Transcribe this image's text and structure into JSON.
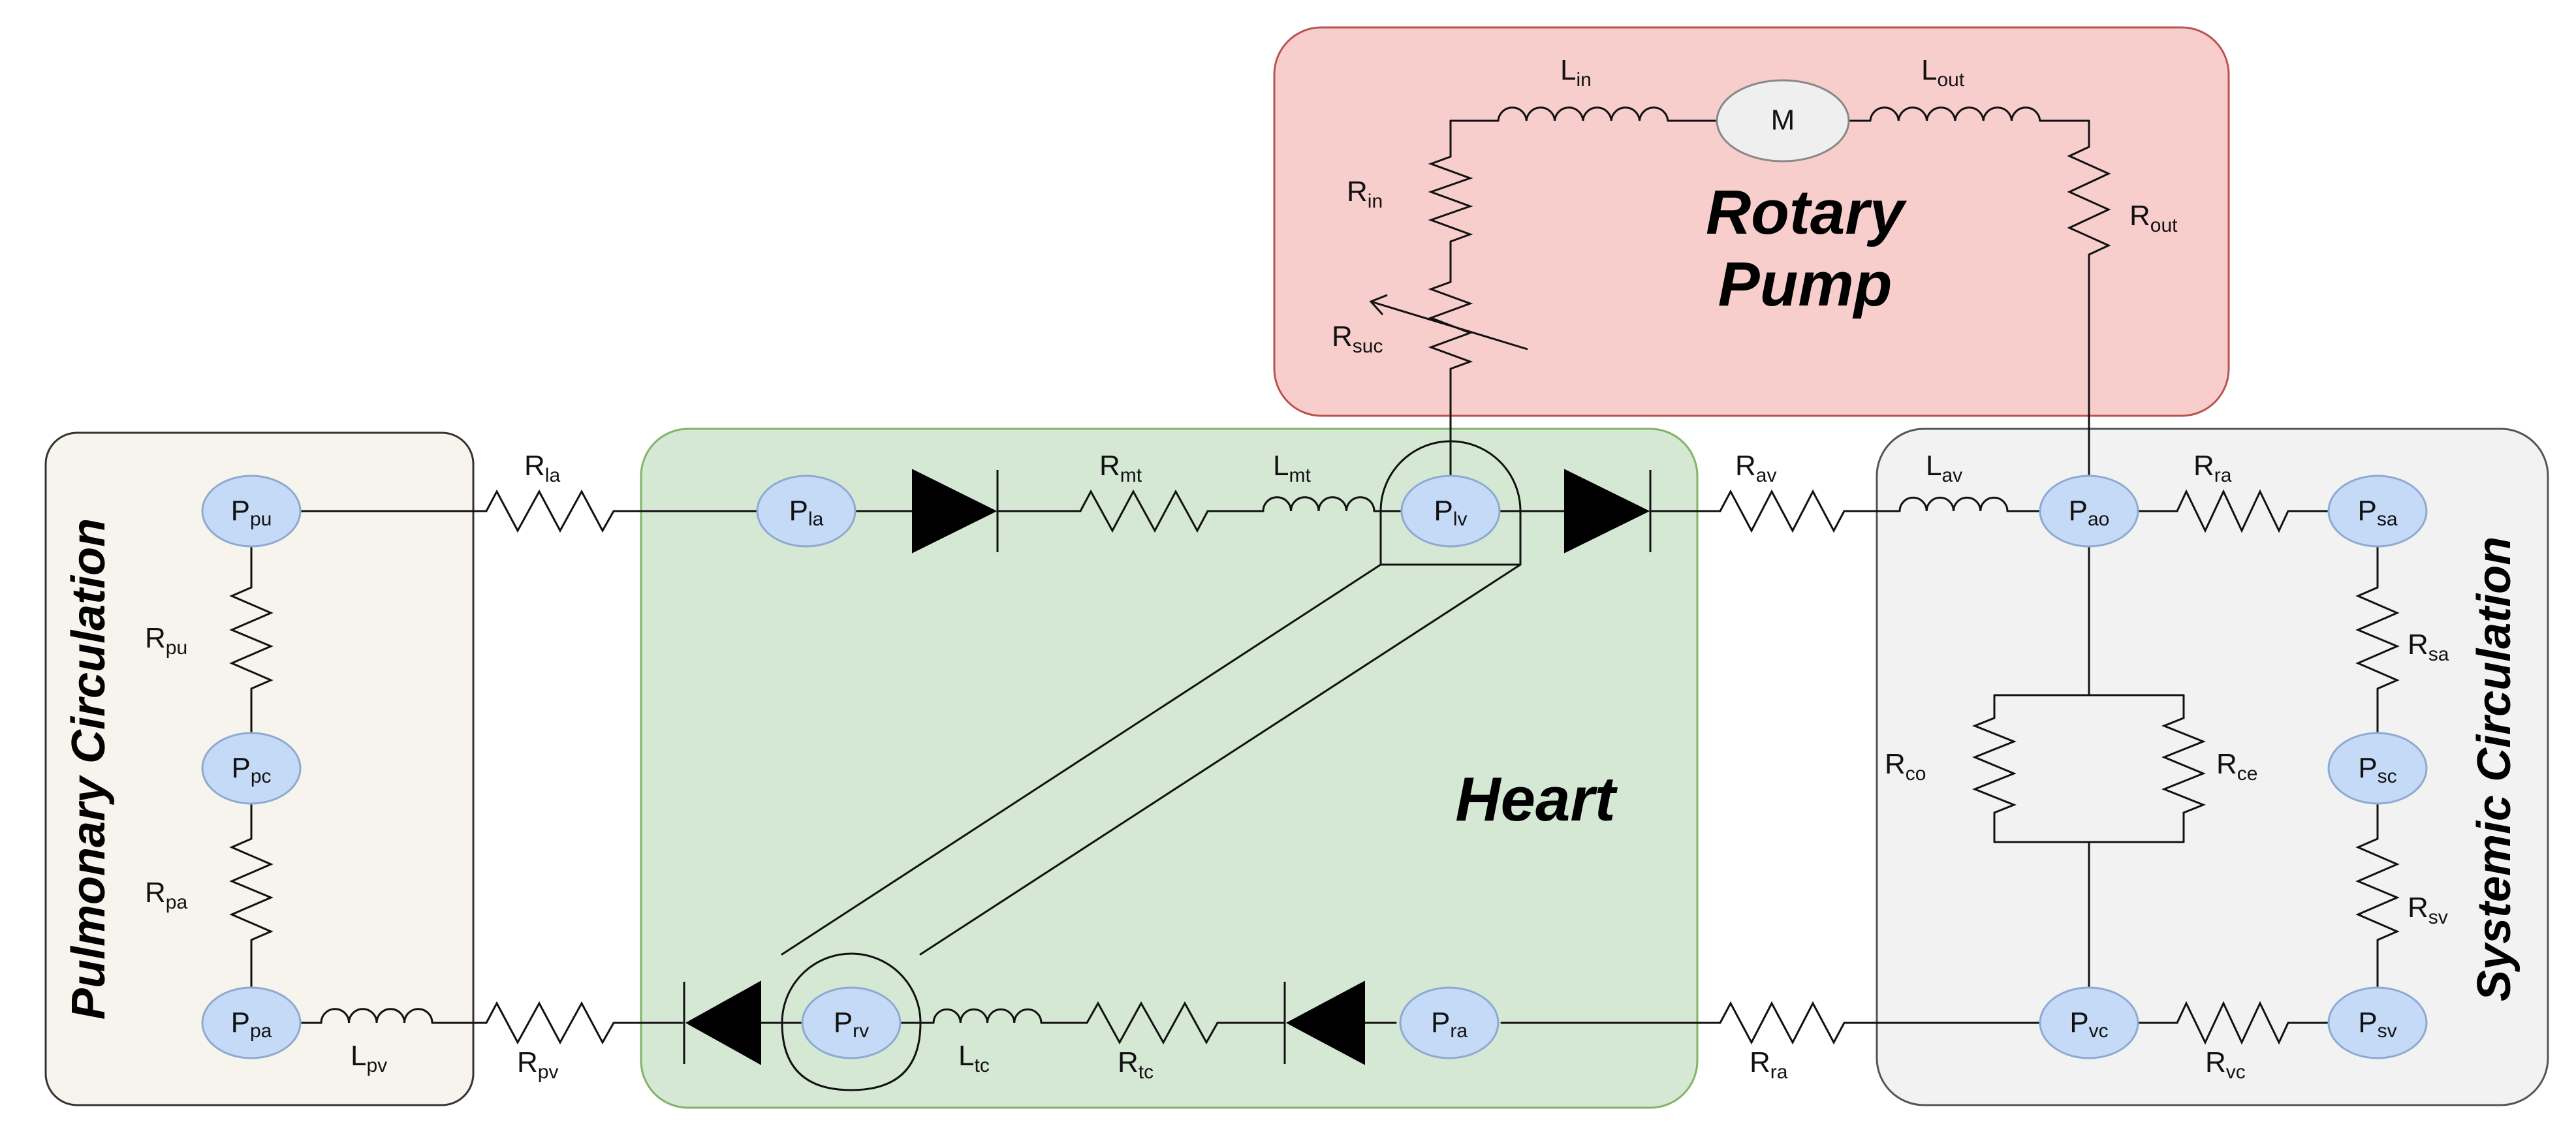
{
  "regions": {
    "pulmonary": {
      "title": "Pulmonary Circulation",
      "fill": "#f6f4ec"
    },
    "heart": {
      "title": "Heart",
      "fill": "#d5e8d4"
    },
    "systemic": {
      "title": "Systemic Circulation",
      "fill": "#f2f2f2"
    },
    "pump": {
      "title_line1": "Rotary",
      "title_line2": "Pump",
      "fill": "#f8cecc"
    }
  },
  "nodes": {
    "ppu": {
      "main": "P",
      "sub": "pu"
    },
    "ppc": {
      "main": "P",
      "sub": "pc"
    },
    "ppa": {
      "main": "P",
      "sub": "pa"
    },
    "pla": {
      "main": "P",
      "sub": "la"
    },
    "plv": {
      "main": "P",
      "sub": "lv"
    },
    "prv": {
      "main": "P",
      "sub": "rv"
    },
    "pra": {
      "main": "P",
      "sub": "ra"
    },
    "pao": {
      "main": "P",
      "sub": "ao"
    },
    "psa": {
      "main": "P",
      "sub": "sa"
    },
    "psc": {
      "main": "P",
      "sub": "sc"
    },
    "psv": {
      "main": "P",
      "sub": "sv"
    },
    "pvc": {
      "main": "P",
      "sub": "vc"
    },
    "motor": "M"
  },
  "components": {
    "rla": {
      "main": "R",
      "sub": "la"
    },
    "rmt": {
      "main": "R",
      "sub": "mt"
    },
    "lmt": {
      "main": "L",
      "sub": "mt"
    },
    "rav": {
      "main": "R",
      "sub": "av"
    },
    "lav": {
      "main": "L",
      "sub": "av"
    },
    "rra_top": {
      "main": "R",
      "sub": "ra"
    },
    "rpu": {
      "main": "R",
      "sub": "pu"
    },
    "rpa": {
      "main": "R",
      "sub": "pa"
    },
    "lpv": {
      "main": "L",
      "sub": "pv"
    },
    "rpv": {
      "main": "R",
      "sub": "pv"
    },
    "ltc": {
      "main": "L",
      "sub": "tc"
    },
    "rtc": {
      "main": "R",
      "sub": "tc"
    },
    "rra_bottom": {
      "main": "R",
      "sub": "ra"
    },
    "rvc": {
      "main": "R",
      "sub": "vc"
    },
    "rsa": {
      "main": "R",
      "sub": "sa"
    },
    "rsv": {
      "main": "R",
      "sub": "sv"
    },
    "rco": {
      "main": "R",
      "sub": "co"
    },
    "rce": {
      "main": "R",
      "sub": "ce"
    },
    "rin": {
      "main": "R",
      "sub": "in"
    },
    "rsuc": {
      "main": "R",
      "sub": "suc"
    },
    "lin": {
      "main": "L",
      "sub": "in"
    },
    "lout": {
      "main": "L",
      "sub": "out"
    },
    "rout": {
      "main": "R",
      "sub": "out"
    }
  }
}
